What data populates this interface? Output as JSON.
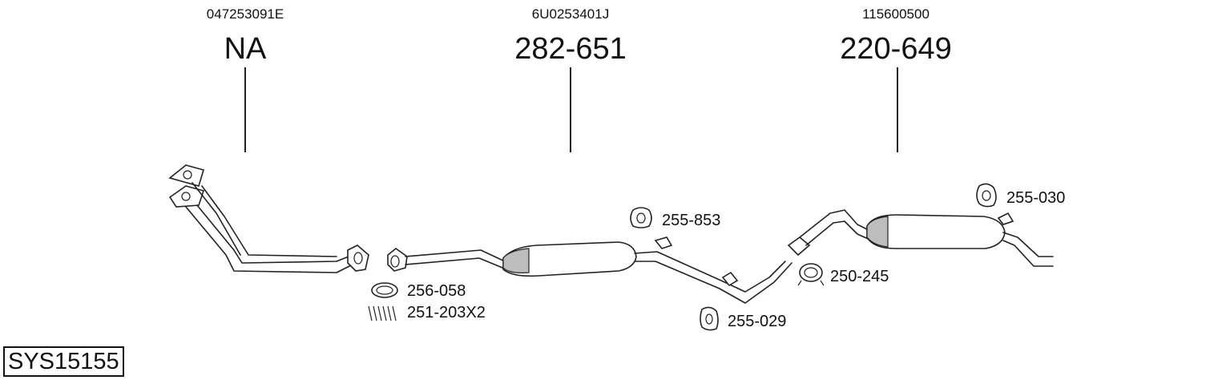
{
  "sections": [
    {
      "oem": "047253091E",
      "part": "NA"
    },
    {
      "oem": "6U0253401J",
      "part": "282-651"
    },
    {
      "oem": "115600500",
      "part": "220-649"
    }
  ],
  "accessories": {
    "a1": "256-058",
    "a2": "251-203X2",
    "a3": "255-853",
    "a4": "255-029",
    "a5": "250-245",
    "a6": "255-030"
  },
  "system_code": "SYS15155"
}
